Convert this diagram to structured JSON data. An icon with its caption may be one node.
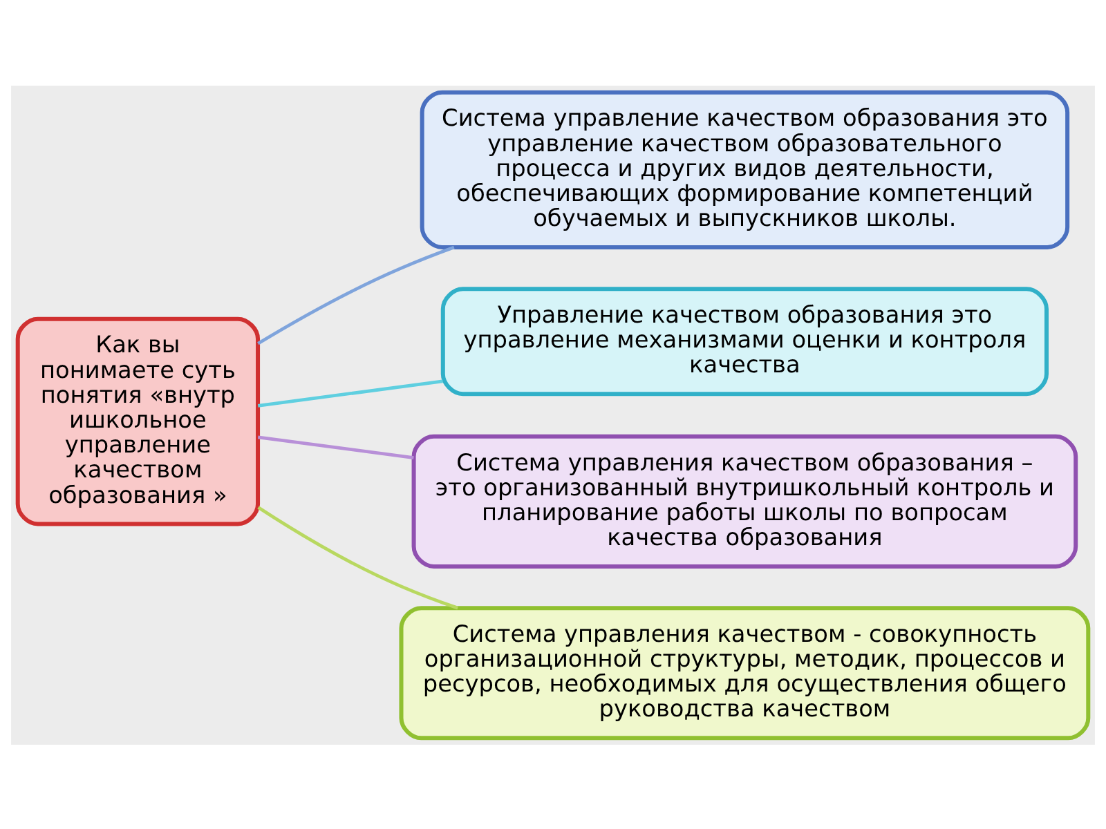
{
  "diagram": {
    "nodes": [
      {
        "text": [
          "Как вы понимаете суть понятия «внутришкольное управление качеством образования »"
        ]
      },
      {
        "text": [
          "Система управление качеством образования это управление качеством образовательного процесса и других видов деятельности, обеспечивающих формирование компетенций обучаемых и выпускников школы."
        ]
      },
      {
        "text": [
          "Управление качеством образования это управление механизмами оценки и контроля качества"
        ]
      },
      {
        "text": [
          "Система управления качеством образования – это организованный внутришкольный контроль и планирование работы школы по вопросам качества образования"
        ]
      },
      {
        "text": [
          "Система управления качеством - совокупность организационной структуры, методик, процессов и ресурсов, необходимых для осуществления общего руководства качеством"
        ]
      }
    ],
    "edges": [
      {
        "from": 1,
        "to": 0,
        "arrow": "none",
        "color": "#7fa4dc"
      },
      {
        "from": 2,
        "to": 0,
        "arrow": "none",
        "color": "#5fcfe0"
      },
      {
        "from": 3,
        "to": 0,
        "arrow": "none",
        "color": "#b890d8"
      },
      {
        "from": 4,
        "to": 0,
        "arrow": "none",
        "color": "#b8d860"
      }
    ]
  }
}
